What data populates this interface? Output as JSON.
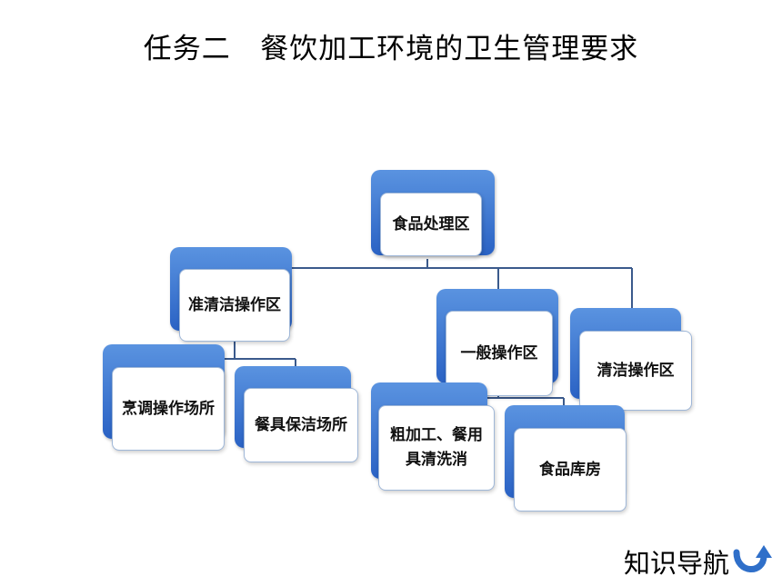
{
  "title": "任务二   餐饮加工环境的卫生管理要求",
  "nodes": {
    "root": "食品处理区",
    "quasi_clean": "准清洁操作区",
    "general": "一般操作区",
    "clean": "清洁操作区",
    "cooking": "烹调操作场所",
    "tableware": "餐具保洁场所",
    "rough": "粗加工、餐用具清洗消",
    "storage": "食品库房"
  },
  "nav": {
    "label": "知识导航",
    "icon": "u-turn-arrow-icon"
  },
  "colors": {
    "box_blue": "#3b78d8",
    "line": "#3b5a8c"
  }
}
